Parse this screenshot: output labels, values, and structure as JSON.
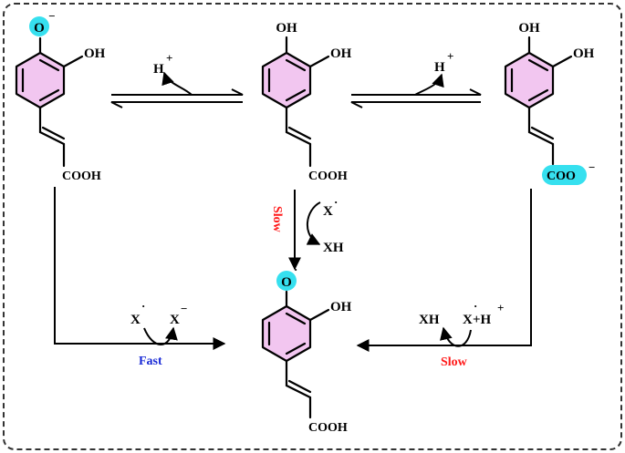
{
  "molecules": {
    "phenolate": {
      "top_group": "O",
      "top_charge": "−",
      "side_group": "OH",
      "tail_group": "COOH"
    },
    "caffeic_acid": {
      "top_group": "OH",
      "side_group": "OH",
      "tail_group": "COOH"
    },
    "carboxylate": {
      "top_group": "OH",
      "side_group": "OH",
      "tail_group": "COO",
      "tail_charge": "−"
    },
    "radical": {
      "top_group": "O",
      "top_dot": "·",
      "side_group": "OH",
      "tail_group": "COOH"
    }
  },
  "equilibria": {
    "left": {
      "species": "H",
      "charge": "+"
    },
    "right": {
      "species": "H",
      "charge": "+"
    }
  },
  "pathways": {
    "fast": {
      "label": "Fast",
      "reagent": "X",
      "reagent_dot": "·",
      "product": "X",
      "product_charge": "−"
    },
    "slow_vertical": {
      "label": "Slow",
      "reagent": "X",
      "reagent_dot": "·",
      "product": "XH"
    },
    "slow_right": {
      "label": "Slow",
      "reagent_a": "X",
      "reagent_dot": "·",
      "plus": "+H",
      "reagent_charge": "+",
      "product": "XH"
    }
  },
  "colors": {
    "highlight": "#36e0ef",
    "ring": "#f2c6f0",
    "slow": "#ff1a1a",
    "fast": "#1a2bd6",
    "frame": "#333333"
  }
}
